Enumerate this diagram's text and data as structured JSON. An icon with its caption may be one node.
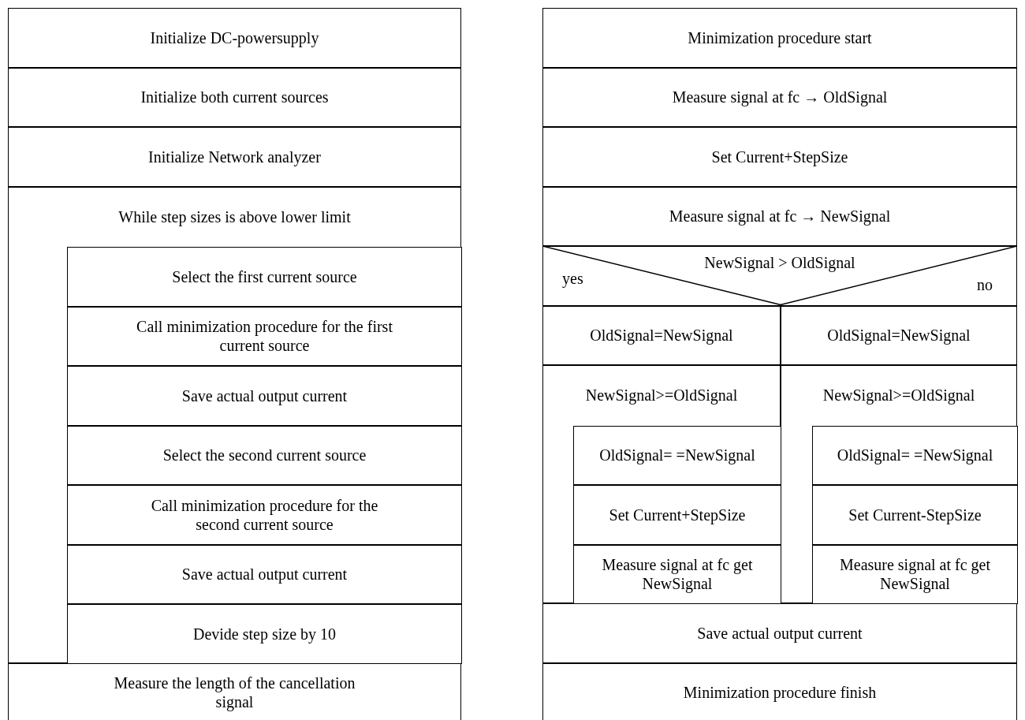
{
  "diagram": {
    "nodes": [
      {
        "text": [
          "Initialize DC-powersupply"
        ]
      },
      {
        "text": [
          "Initialize both current sources"
        ]
      },
      {
        "text": [
          "Initialize Network analyzer"
        ]
      },
      {
        "text": [
          "While step sizes is above lower limit"
        ]
      },
      {
        "text": [
          "Select the first current source"
        ],
        "in": 3
      },
      {
        "text": [
          "Call minimization procedure for the first current source"
        ],
        "in": 3
      },
      {
        "text": [
          "Save actual output current"
        ],
        "in": 3
      },
      {
        "text": [
          "Select the second current source"
        ],
        "in": 3
      },
      {
        "text": [
          "Call minimization procedure for the second current source"
        ],
        "in": 3
      },
      {
        "text": [
          "Save actual output current"
        ],
        "in": 3
      },
      {
        "text": [
          "Devide step size by 10"
        ],
        "in": 3
      },
      {
        "text": [
          "Measure the length of the cancellation signal"
        ]
      },
      {
        "text": [
          "Minimization procedure start"
        ]
      },
      {
        "text": [
          "Measure signal at fc → OldSignal"
        ]
      },
      {
        "text": [
          "Set Current+StepSize"
        ]
      },
      {
        "text": [
          "Measure signal at fc → NewSignal"
        ]
      },
      {
        "text": [
          "NewSignal > OldSignal",
          "yes",
          "no"
        ]
      },
      {
        "text": [
          "OldSignal=NewSignal"
        ]
      },
      {
        "text": [
          "NewSignal>=OldSignal"
        ]
      },
      {
        "text": [
          "OldSignal= =NewSignal"
        ],
        "in": 18
      },
      {
        "text": [
          "Set Current+StepSize"
        ],
        "in": 18
      },
      {
        "text": [
          "Measure signal at fc get NewSignal"
        ],
        "in": 18
      },
      {
        "text": [
          "OldSignal=NewSignal"
        ]
      },
      {
        "text": [
          "NewSignal>=OldSignal"
        ]
      },
      {
        "text": [
          "OldSignal= =NewSignal"
        ],
        "in": 23
      },
      {
        "text": [
          "Set Current-StepSize"
        ],
        "in": 23
      },
      {
        "text": [
          "Measure signal at fc get NewSignal"
        ],
        "in": 23
      },
      {
        "text": [
          "Save actual output current"
        ]
      },
      {
        "text": [
          "Minimization procedure finish"
        ]
      }
    ],
    "edges": []
  }
}
